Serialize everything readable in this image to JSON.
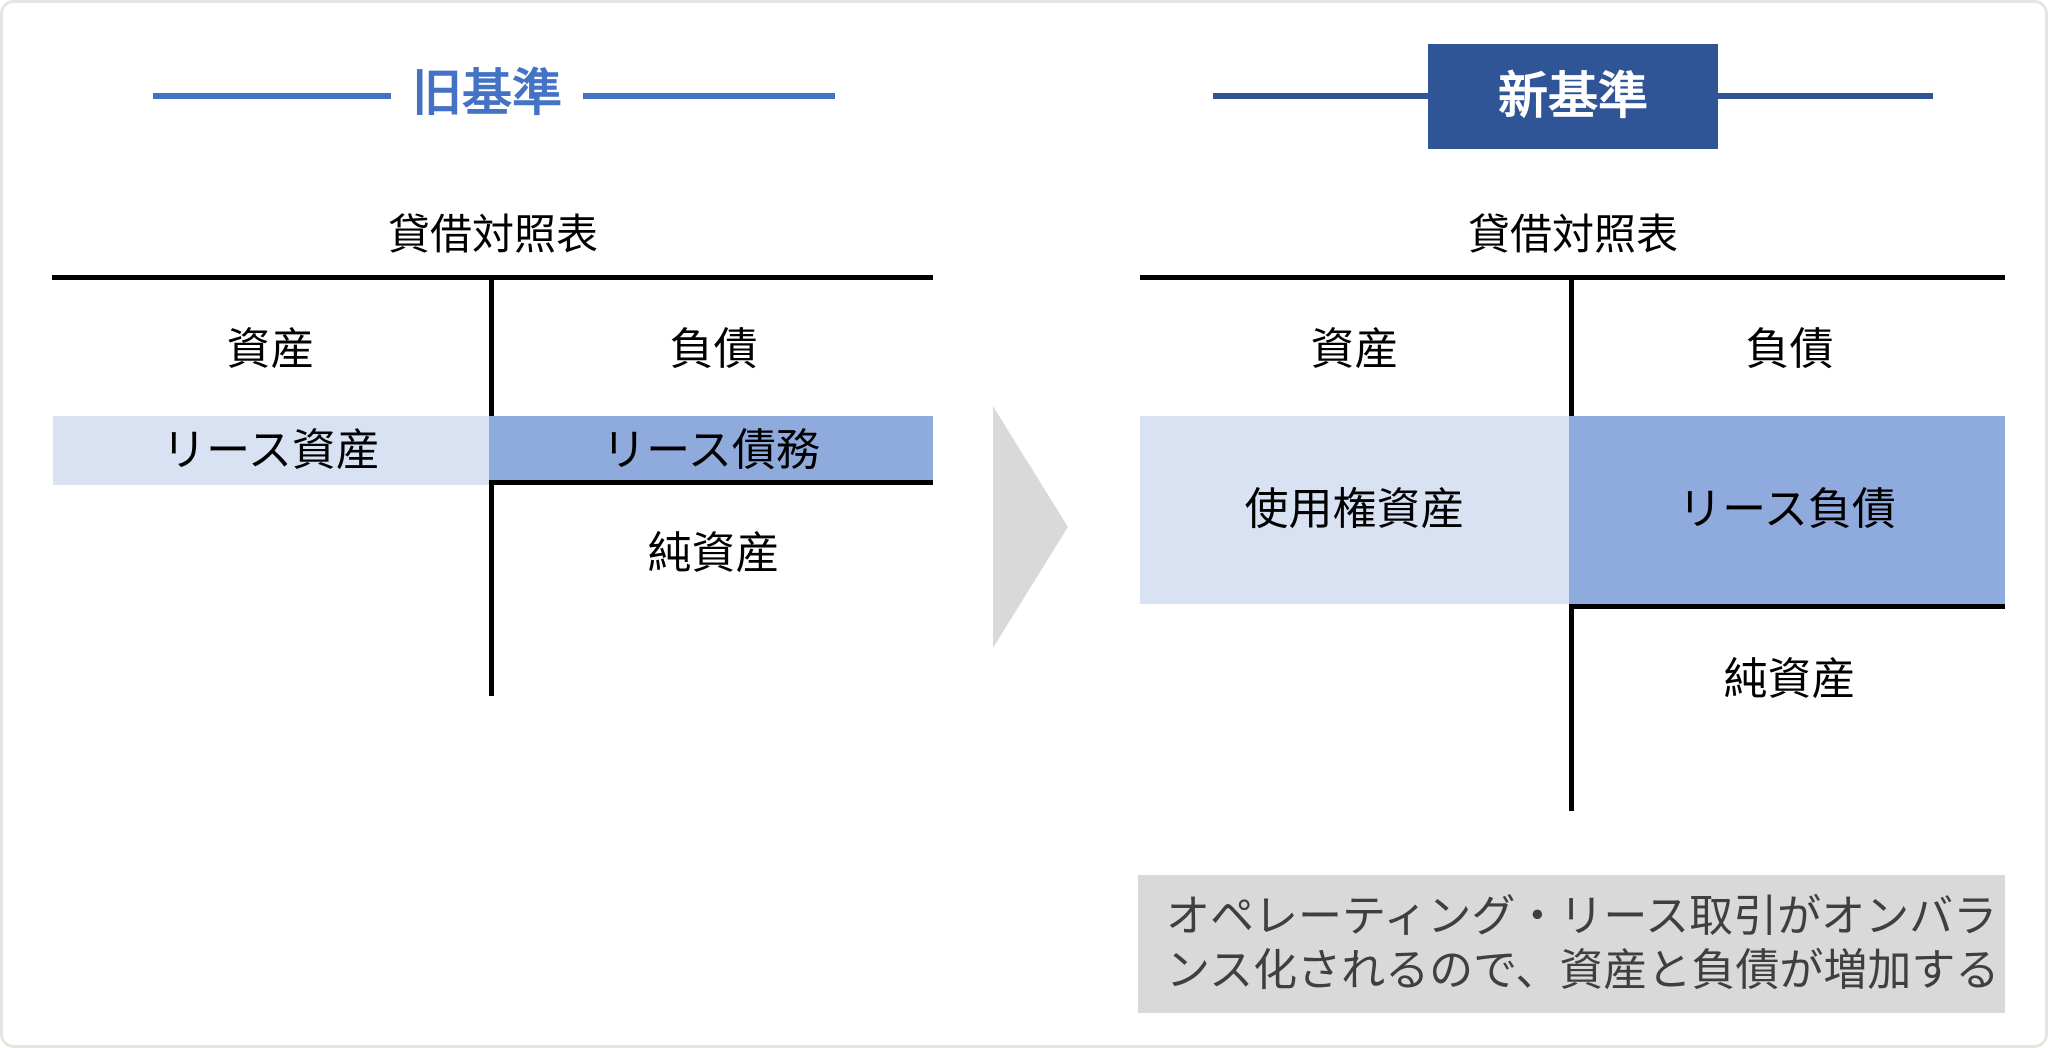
{
  "headers": {
    "old": {
      "label": "旧基準"
    },
    "new": {
      "label": "新基準"
    }
  },
  "old_sheet": {
    "title": "貸借対照表",
    "assets_label": "資産",
    "liabilities_label": "負債",
    "lease_asset_label": "リース資産",
    "lease_obligation_label": "リース債務",
    "net_assets_label": "純資産"
  },
  "new_sheet": {
    "title": "貸借対照表",
    "assets_label": "資産",
    "liabilities_label": "負債",
    "right_of_use_asset_label": "使用権資産",
    "lease_liability_label": "リース負債",
    "net_assets_label": "純資産"
  },
  "note": {
    "line1": "オペレーティング・リース取引がオンバラ",
    "line2": "ンス化されるので、資産と負債が増加する"
  },
  "colors": {
    "old_header_blue": "#4472c4",
    "new_header_dark_blue": "#2f5597",
    "band_light_blue": "#d9e2f3",
    "band_medium_blue": "#8faadc",
    "note_gray": "#d9d9d9",
    "note_text_gray": "#3f3f3f",
    "arrow_gray": "#d9d9d9",
    "line_black": "#000000"
  }
}
